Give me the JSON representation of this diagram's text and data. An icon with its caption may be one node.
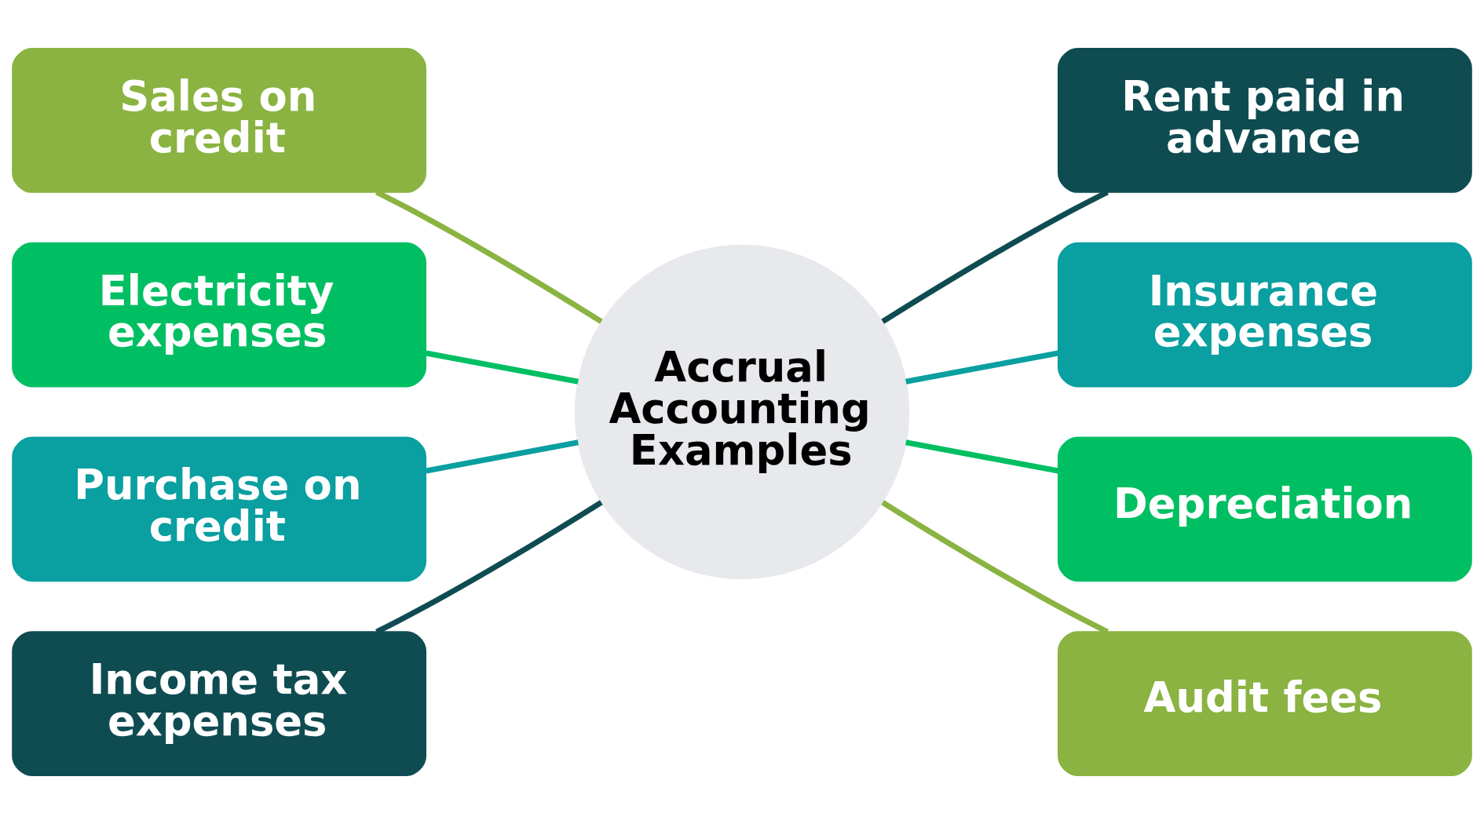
{
  "diagram": {
    "nodes": [
      {
        "text": [
          "Accrual Accounting Examples"
        ]
      },
      {
        "text": [
          "Sales on credit"
        ]
      },
      {
        "text": [
          "Electricity expenses"
        ]
      },
      {
        "text": [
          "Purchase on credit"
        ]
      },
      {
        "text": [
          "Income tax expenses"
        ]
      },
      {
        "text": [
          "Rent paid in advance"
        ]
      },
      {
        "text": [
          "Insurance expenses"
        ]
      },
      {
        "text": [
          "Depreciation"
        ]
      },
      {
        "text": [
          "Audit fees"
        ]
      }
    ],
    "edges": [
      {
        "from": 0,
        "to": 1,
        "arrow": "none",
        "color": "#8ab342"
      },
      {
        "from": 0,
        "to": 2,
        "arrow": "none",
        "color": "#00bf63"
      },
      {
        "from": 0,
        "to": 3,
        "arrow": "none",
        "color": "#0a9fa0"
      },
      {
        "from": 0,
        "to": 4,
        "arrow": "none",
        "color": "#0f4c52"
      },
      {
        "from": 0,
        "to": 5,
        "arrow": "none",
        "color": "#0f4c52"
      },
      {
        "from": 0,
        "to": 6,
        "arrow": "none",
        "color": "#0a9fa0"
      },
      {
        "from": 0,
        "to": 7,
        "arrow": "none",
        "color": "#00bf63"
      },
      {
        "from": 0,
        "to": 8,
        "arrow": "none",
        "color": "#8ab342"
      }
    ]
  }
}
